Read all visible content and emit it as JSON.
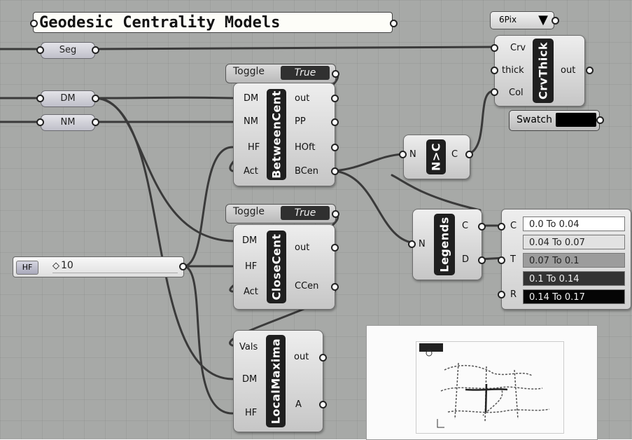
{
  "title": "Geodesic Centrality Models",
  "dropdown": {
    "value": "6Pix"
  },
  "params": {
    "seg": "Seg",
    "dm": "DM",
    "nm": "NM"
  },
  "slider": {
    "name": "HF",
    "value": "10"
  },
  "toggles": [
    {
      "label": "Toggle",
      "value": "True"
    },
    {
      "label": "Toggle",
      "value": "True"
    }
  ],
  "between": {
    "name": "BetweenCent",
    "inputs": [
      "DM",
      "NM",
      "HF",
      "Act"
    ],
    "outputs": [
      "out",
      "PP",
      "HOft",
      "BCen"
    ]
  },
  "close": {
    "name": "CloseCent",
    "inputs": [
      "DM",
      "HF",
      "Act"
    ],
    "outputs": [
      "out",
      "CCen"
    ]
  },
  "local": {
    "name": "LocalMaxima",
    "inputs": [
      "Vals",
      "DM",
      "HF"
    ],
    "outputs": [
      "out",
      "A"
    ]
  },
  "nc": {
    "name": "N>C",
    "inputs": [
      "N"
    ],
    "outputs": [
      "C"
    ]
  },
  "legends": {
    "name": "Legends",
    "inputs": [
      "N"
    ],
    "outputs": [
      "C",
      "D"
    ]
  },
  "crvthick": {
    "name": "CrvThick",
    "inputs": [
      "Crv",
      "thick",
      "Col"
    ],
    "outputs": [
      "out"
    ]
  },
  "swatch": {
    "label": "Swatch",
    "color": "#000000"
  },
  "legend_panel": {
    "ports": [
      "C",
      "T",
      "R"
    ],
    "rows": [
      {
        "label": "0.0 To 0.04",
        "color": "#ffffff"
      },
      {
        "label": "0.04 To 0.07",
        "color": "#e2e2e2"
      },
      {
        "label": "0.07 To 0.1",
        "color": "#9c9c9c"
      },
      {
        "label": "0.1 To 0.14",
        "color": "#333333"
      },
      {
        "label": "0.14 To 0.17",
        "color": "#050505"
      }
    ]
  }
}
